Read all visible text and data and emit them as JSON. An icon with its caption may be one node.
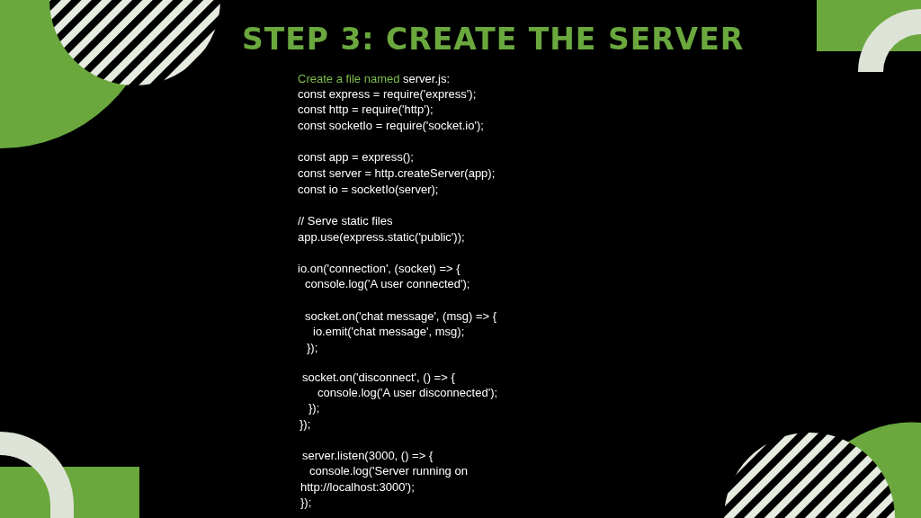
{
  "diagram": {
    "title": "STEP 3: CREATE THE SERVER",
    "labels": [
      "Create a file named",
      "server.js:",
      "const express = require('express');",
      "const http = require('http');",
      "const socketIo = require('socket.io');",
      "const app = express();",
      "const server = http.createServer(app);",
      "const io = socketIo(server);",
      "// Serve static files",
      "app.use(express.static('public'));",
      "io.on('connection', (socket) => {",
      "console.log('A user connected');",
      "socket.on('chat message', (msg) => {",
      "io.emit('chat message', msg);",
      "});",
      "socket.on('disconnect', () => {",
      "console.log('A user disconnected');",
      "});",
      "});",
      "server.listen(3000, () => {",
      "console.log('Server running on",
      "http://localhost:3000');",
      "});"
    ]
  }
}
